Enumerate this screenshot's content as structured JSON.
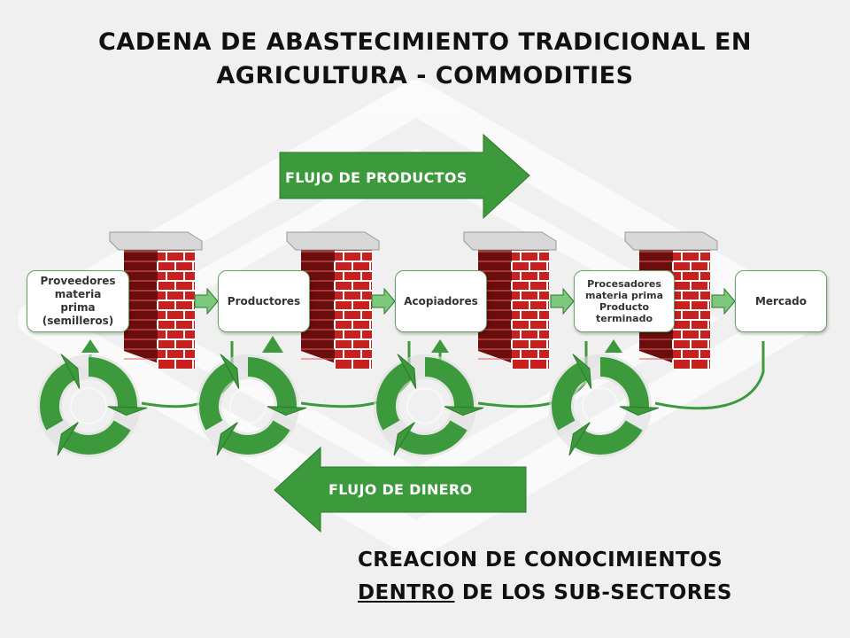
{
  "title": {
    "line1": "CADENA DE ABASTECIMIENTO TRADICIONAL EN",
    "line2": "AGRICULTURA - COMMODITIES"
  },
  "flows": {
    "products": "FLUJO DE PRODUCTOS",
    "money": "FLUJO DE DINERO"
  },
  "stages": [
    {
      "id": "proveedores",
      "lines": [
        "Proveedores",
        "materia",
        "prima",
        "(semilleros)"
      ]
    },
    {
      "id": "productores",
      "lines": [
        "Productores"
      ]
    },
    {
      "id": "acopiadores",
      "lines": [
        "Acopiadores"
      ]
    },
    {
      "id": "procesadores",
      "lines": [
        "Procesadores",
        "materia prima",
        "Producto",
        "terminado"
      ]
    },
    {
      "id": "mercado",
      "lines": [
        "Mercado"
      ]
    }
  ],
  "footer": {
    "line1": "CREACION DE CONOCIMIENTOS",
    "line2_underlined": "DENTRO",
    "line2_rest": " DE LOS SUB-SECTORES"
  },
  "colors": {
    "green": "#3c9a3c",
    "green_dark": "#2a7a2a",
    "brick": "#c8201e",
    "brick_dark": "#6a0d0d",
    "mortar": "#ffffff",
    "cap": "#d8d8d8"
  },
  "icons": [
    "brick-wall-icon",
    "recycle-cycle-icon",
    "right-arrow-icon",
    "left-arrow-icon"
  ]
}
